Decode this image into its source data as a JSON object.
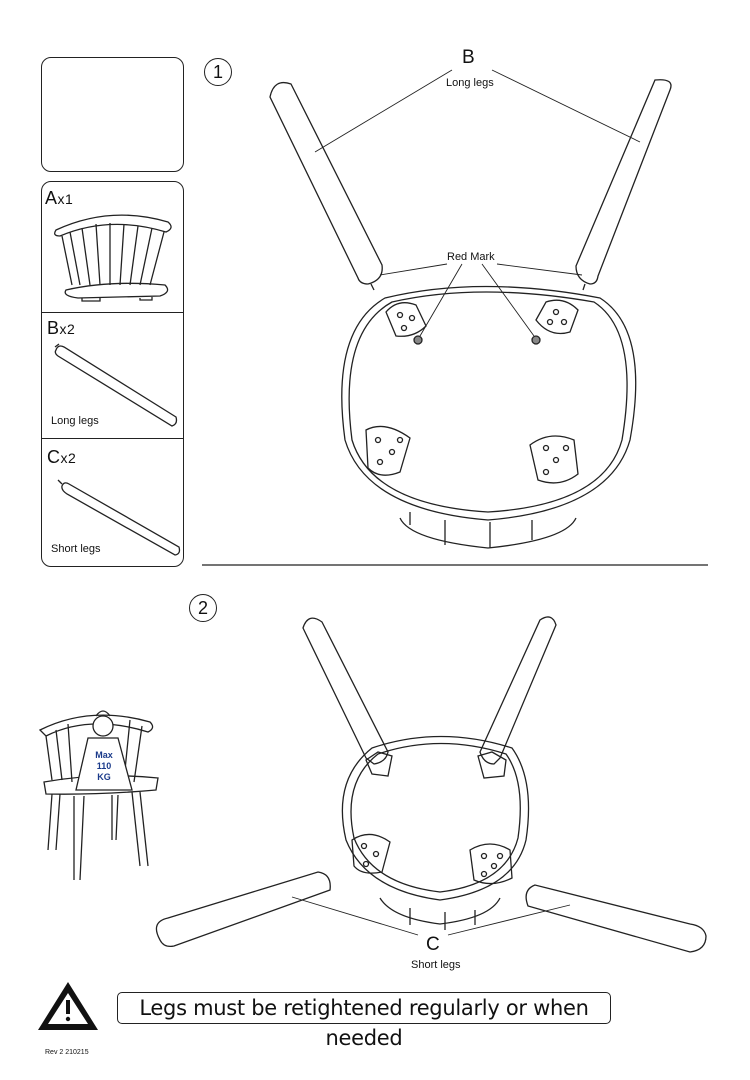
{
  "parts": [
    {
      "letter": "A",
      "qty": "x1",
      "label": ""
    },
    {
      "letter": "B",
      "qty": "x2",
      "label": "Long legs"
    },
    {
      "letter": "C",
      "qty": "x2",
      "label": "Short legs"
    }
  ],
  "steps": [
    {
      "number": "1",
      "callout_letter": "B",
      "callout_label": "Long legs",
      "mark_label": "Red Mark"
    },
    {
      "number": "2",
      "callout_letter": "C",
      "callout_label": "Short legs"
    }
  ],
  "weight_badge": {
    "line1": "Max",
    "line2": "110",
    "line3": "KG"
  },
  "warning": {
    "text": "Legs must be retightened regularly or when needed"
  },
  "revision": "Rev 2 210215",
  "colors": {
    "line": "#222222",
    "red_mark": "#888888"
  }
}
